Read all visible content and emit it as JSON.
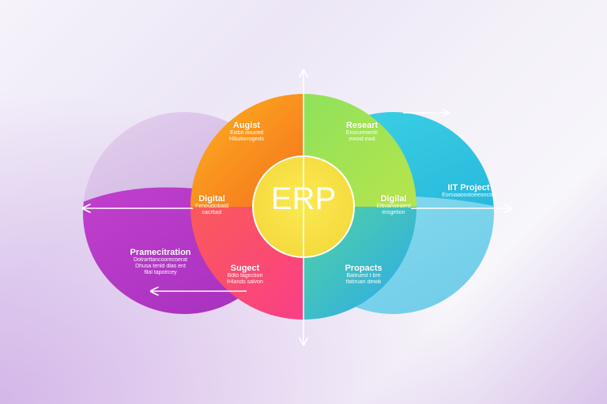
{
  "center": {
    "label": "ERP"
  },
  "segments": [
    {
      "id": "top-left",
      "title": "Augist",
      "lines": [
        "Exibit oouced",
        "Hlbutorrogeds"
      ]
    },
    {
      "id": "top-right",
      "title": "Researt",
      "lines": [
        "Exorurewirdc",
        "ewoid ewd"
      ]
    },
    {
      "id": "mid-left",
      "title": "Digital",
      "lines": [
        "Fenoudcibald",
        "cacrbad"
      ]
    },
    {
      "id": "mid-right",
      "title": "Digilal",
      "lines": [
        "Elbvanoeaerd",
        "erogetion"
      ]
    },
    {
      "id": "bottom-left",
      "title": "Sugect",
      "lines": [
        "Bdto fagection",
        "fHlands salvon"
      ]
    },
    {
      "id": "bottom-right",
      "title": "Propacts",
      "lines": [
        "Baleuest t bre",
        "flatiruan dewik"
      ]
    }
  ],
  "left_circle": {
    "title": "Pramecitration",
    "lines": [
      "Dotrarttancoorecoerat",
      "Dhusa tenld dlas ent",
      "fllal tapotrcey"
    ]
  },
  "right_circle": {
    "title": "IIT Project",
    "lines": [
      "Eorsiaaoostoeeoncog"
    ]
  },
  "colors": {
    "left_top": "#d9c2e6",
    "left_bottom": "#b53cc4",
    "right_top": "#37c8e0",
    "right_bottom": "#7dd3ec",
    "orange": "#f79a1b",
    "green": "#8fdd5c",
    "red": "#fb4d6e",
    "blue": "#2ab1e6",
    "center": "#f8e24a"
  }
}
